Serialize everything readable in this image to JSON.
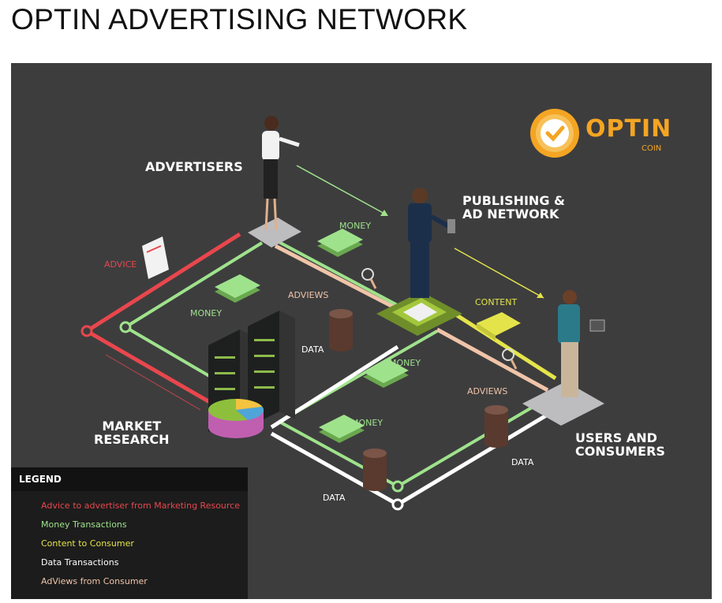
{
  "page": {
    "title": "OPTIN ADVERTISING NETWORK"
  },
  "logo": {
    "name": "OPTIN",
    "sub": "COIN",
    "color": "#f4a523"
  },
  "roles": {
    "advertisers": "ADVERTISERS",
    "publishing": "PUBLISHING &\nAD NETWORK",
    "users": "USERS AND\nCONSUMERS",
    "market": "MARKET\nRESEARCH"
  },
  "flows": {
    "advice": "ADVICE",
    "money": "MONEY",
    "adviews": "ADVIEWS",
    "content": "CONTENT",
    "data": "DATA"
  },
  "legend": {
    "title": "LEGEND",
    "items": [
      {
        "label": "Advice to advertiser from Marketing Resource",
        "color": "#e8474d"
      },
      {
        "label": "Money Transactions",
        "color": "#9fe28c"
      },
      {
        "label": "Content to Consumer",
        "color": "#e4e44a"
      },
      {
        "label": "Data Transactions",
        "color": "#ffffff"
      },
      {
        "label": "AdViews  from Consumer",
        "color": "#f0c4a8"
      }
    ]
  },
  "colors": {
    "advice": "#e8474d",
    "money": "#9fe28c",
    "content": "#e4e44a",
    "data": "#ffffff",
    "adviews": "#f0c4a8",
    "background": "#3d3d3e"
  }
}
